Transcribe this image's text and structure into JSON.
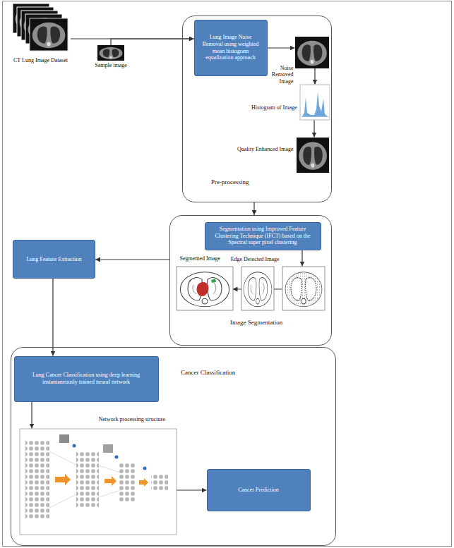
{
  "diagram": {
    "nodes": [
      {
        "text": [
          "CT Lung Image Dataset"
        ]
      },
      {
        "text": [
          "Sample image"
        ]
      },
      {
        "text": [
          "Pre-processing"
        ]
      },
      {
        "text": [
          "Lung Image Noise Removal using weighted mean histogram equalization approach"
        ],
        "in": 2
      },
      {
        "text": [
          "Noise Removed Image"
        ],
        "in": 2
      },
      {
        "text": [
          "Histogram of Image"
        ],
        "in": 2
      },
      {
        "text": [
          "Quality Enhanced Image"
        ],
        "in": 2
      },
      {
        "text": [
          "Image Segmentation"
        ]
      },
      {
        "text": [
          "Segmentation using Improved Feature Clustering Technique (IFCT) based on the Spectral super pixel clustering"
        ],
        "in": 7
      },
      {
        "text": [
          "Edge Detected Image"
        ],
        "in": 7
      },
      {
        "text": [
          "Segmented Image"
        ],
        "in": 7
      },
      {
        "text": [
          "Lung Feature Extraction"
        ]
      },
      {
        "text": [
          "Cancer Classification"
        ]
      },
      {
        "text": [
          "Lung Cancer Classification using deep learning instantaneously trained neural network"
        ],
        "in": 12
      },
      {
        "text": [
          "Network processing structure"
        ],
        "in": 12
      },
      {
        "text": [
          "Cancer Prediction"
        ],
        "in": 12
      }
    ],
    "edges": [
      {
        "from": 0,
        "to": 3,
        "arrow": "to"
      },
      {
        "from": 1,
        "to": 3,
        "arrow": "to"
      },
      {
        "from": 3,
        "to": 4,
        "arrow": "to"
      },
      {
        "from": 4,
        "to": 5,
        "arrow": "to"
      },
      {
        "from": 5,
        "to": 6,
        "arrow": "to"
      },
      {
        "from": 2,
        "to": 7,
        "arrow": "to"
      },
      {
        "from": 8,
        "to": 9,
        "arrow": "to"
      },
      {
        "from": 9,
        "to": 10,
        "arrow": "to"
      },
      {
        "from": 7,
        "to": 11,
        "arrow": "to"
      },
      {
        "from": 11,
        "to": 13,
        "arrow": "to"
      },
      {
        "from": 13,
        "to": 14,
        "arrow": "to"
      },
      {
        "from": 14,
        "to": 15,
        "arrow": "to"
      }
    ]
  }
}
